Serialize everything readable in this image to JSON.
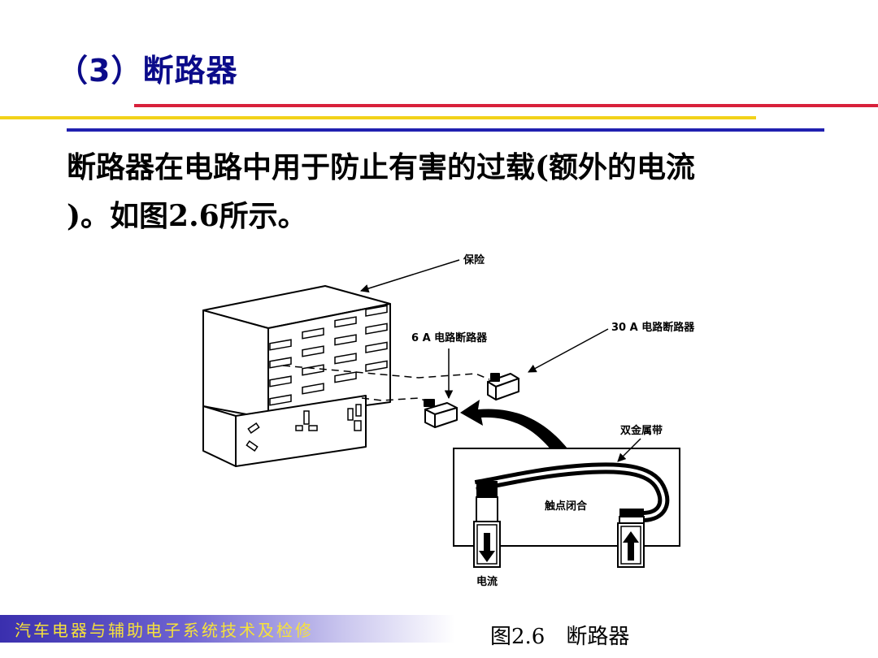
{
  "slide": {
    "title": "（3）断路器",
    "body_line1": "断路器在电路中用于防止有害的过载(额外的电流",
    "body_line2": ")。如图2.6所示。",
    "caption": "图2.6　断路器",
    "footer": "汽车电器与辅助电子系统技术及检修"
  },
  "diagram": {
    "labels": {
      "fuse": "保险",
      "breaker_6a": "6 A 电路断路器",
      "breaker_30a": "30 A 电路断路器",
      "bimetal": "双金属带",
      "contact_closed": "触点闭合",
      "current": "电流"
    }
  },
  "colors": {
    "title": "#0b0b8a",
    "rule_red": "#d8203a",
    "rule_yellow": "#f2d21a",
    "rule_blue": "#2020b0",
    "footer_text": "#f7e23a"
  }
}
